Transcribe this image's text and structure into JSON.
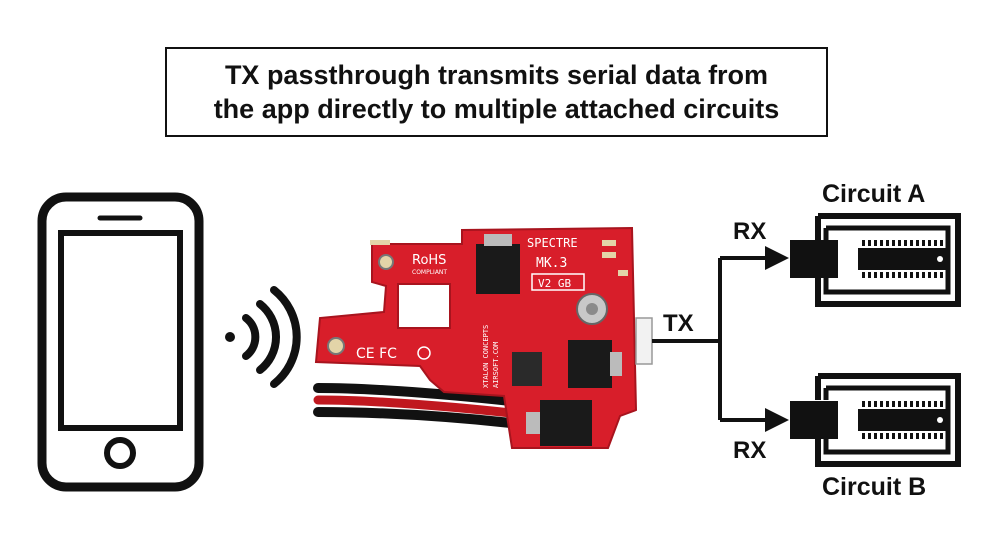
{
  "caption": {
    "line1": "TX passthrough transmits serial data from",
    "line2": "the app directly to multiple attached circuits"
  },
  "board": {
    "brand": "SPECTRE",
    "model": "MK.3",
    "version": "V2 GB",
    "rohs": "RoHS",
    "rohs_sub": "COMPLIANT",
    "marks": "CE FC",
    "maker_line1": "XTALON CONCEPTS",
    "maker_line2": "AIRSOFT.COM"
  },
  "labels": {
    "tx": "TX",
    "rx_a": "RX",
    "rx_b": "RX",
    "circuit_a": "Circuit A",
    "circuit_b": "Circuit B"
  },
  "colors": {
    "pcb": "#d81e2a",
    "pcb_dark": "#a8141e",
    "line": "#111111"
  },
  "icons": [
    "smartphone-icon",
    "wireless-signal-icon",
    "pcb-board-icon",
    "arrow-icon",
    "circuit-chip-icon"
  ]
}
